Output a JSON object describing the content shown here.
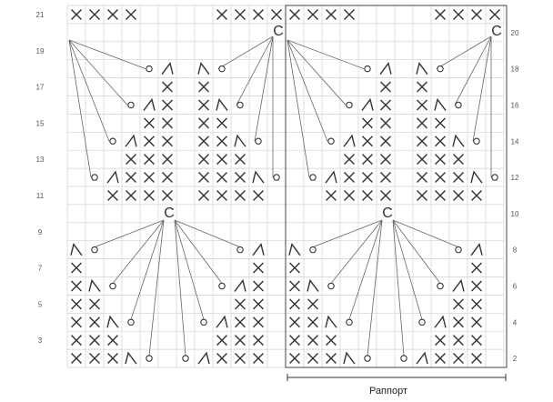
{
  "rows_left": [
    "21",
    "19",
    "17",
    "15",
    "13",
    "11",
    "9",
    "7",
    "5",
    "3"
  ],
  "rows_right": [
    "20",
    "18",
    "16",
    "14",
    "12",
    "10",
    "8",
    "6",
    "4",
    "2"
  ],
  "repeat_label": "Раппорт",
  "symbols": {
    "cross": "X",
    "yarn_over": "o",
    "cluster": "C",
    "left_slant": "/",
    "right_slant": "\\"
  },
  "colors": {
    "grid": "#d2d2d2",
    "ink": "#333333",
    "leader": "#666666",
    "repeat_box": "#444444"
  }
}
